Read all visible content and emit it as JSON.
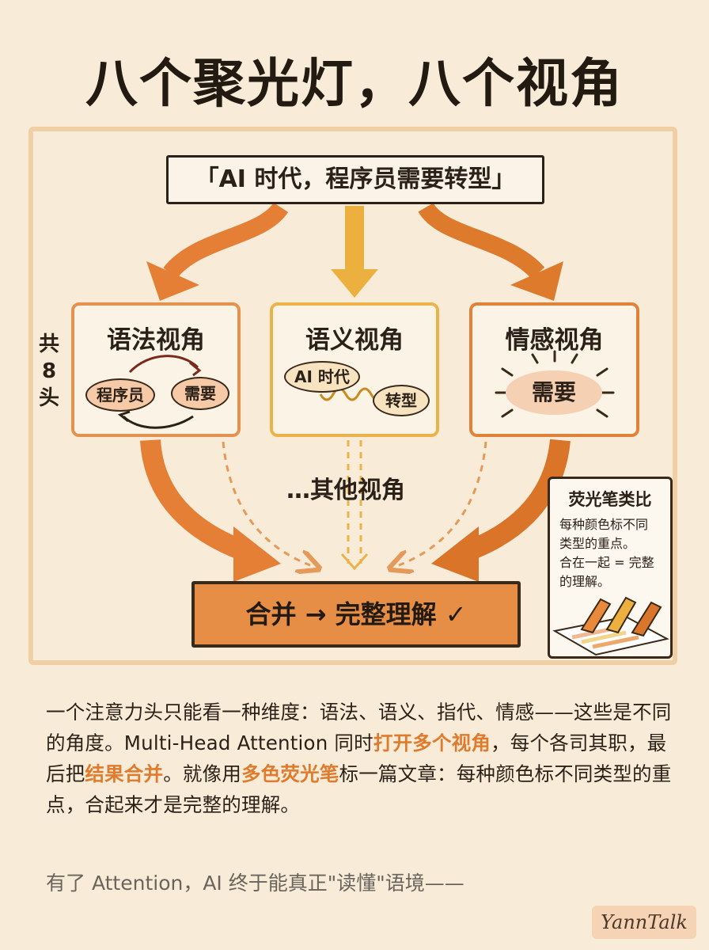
{
  "title": "八个聚光灯，八个视角",
  "quote": "「AI 时代，程序员需要转型」",
  "side_label": [
    "共",
    "8",
    "头"
  ],
  "perspectives": [
    {
      "title": "语法视角",
      "pills": [
        "程序员",
        "需要"
      ]
    },
    {
      "title": "语义视角",
      "pills": [
        "AI 时代",
        "转型"
      ]
    },
    {
      "title": "情感视角",
      "pills": [
        "需要"
      ]
    }
  ],
  "others_label": "…其他视角",
  "merge_label": "合并 → 完整理解 ✓",
  "note": {
    "title": "荧光笔类比",
    "body": [
      "每种颜色标不同",
      "类型的重点。",
      "合在一起 = 完整",
      "的理解。"
    ]
  },
  "paragraph": {
    "s1": "一个注意力头只能看一种维度：语法、语义、指代、情感——这些是不同的角度。Multi-Head Attention 同时",
    "h1": "打开多个视角",
    "s2": "，每个各司其职，最后把",
    "h2": "结果合并",
    "s3": "。就像用",
    "h3": "多色荧光笔",
    "s4": "标一篇文章：每种颜色标不同类型的重点，合起来才是完整的理解。"
  },
  "footer": "有了 Attention，AI 终于能真正\"读懂\"语境——",
  "logo": "YannTalk",
  "colors": {
    "background": "#f8ecd9",
    "accent": "#e68e45",
    "highlight": "#e07b2d",
    "box_semantic": "#ecb34b"
  }
}
